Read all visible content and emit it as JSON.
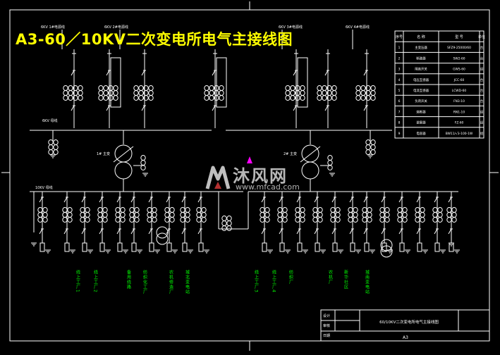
{
  "title": "A3-60／10KV二次变电所电气主接线图",
  "feeder_labels_top": [
    "6KV 1#电源线",
    "6KV 2#电源线",
    "6KV 3#电源线",
    "6KV 4#电源线"
  ],
  "bus_labels": {
    "hv_bus": "6KV 母线",
    "lv_bus": "10KV 母线"
  },
  "transformer_labels": [
    "1# 主变",
    "2# 主变"
  ],
  "equipment_table": {
    "headers": [
      "序号",
      "名 称",
      "型 号",
      "单位"
    ],
    "rows": [
      [
        "1",
        "主变压器",
        "SFZ9-25000/60",
        "台"
      ],
      [
        "2",
        "断路器",
        "SW2-60",
        "台"
      ],
      [
        "3",
        "隔离开关",
        "GW5-60",
        "组"
      ],
      [
        "4",
        "电压互感器",
        "JCC-60",
        "台"
      ],
      [
        "5",
        "电流互感器",
        "LCWD-60",
        "台"
      ],
      [
        "6",
        "负荷开关",
        "FN3-10",
        "台"
      ],
      [
        "7",
        "熔断器",
        "RN1-10",
        "组"
      ],
      [
        "8",
        "避雷器",
        "FZ-60",
        "组"
      ],
      [
        "9",
        "电容器",
        "BW11/√3-100-1W",
        "组"
      ]
    ]
  },
  "outgoing_feeders_left": [
    "线上工厂1",
    "线上工厂2",
    "备用线路",
    "纺织化工厂",
    "农机修造厂",
    "城北变电站"
  ],
  "outgoing_feeders_right": [
    "线上工厂3",
    "线上工厂4",
    "纺织厂",
    "农机厂",
    "新华社区",
    "城南变电站"
  ],
  "title_block": {
    "caption": "60/10KV二次变电所电气主接线图",
    "row_labels": [
      "设计",
      "审核",
      "日期"
    ],
    "sheet": "A3"
  },
  "watermark": {
    "name": "沐风网",
    "url": "www.mfcad.com"
  },
  "colors": {
    "background": "#000000",
    "lines": "#ffffff",
    "title": "#ffff00",
    "feeder_labels": "#00ff00",
    "marker": "#ff00ff"
  }
}
